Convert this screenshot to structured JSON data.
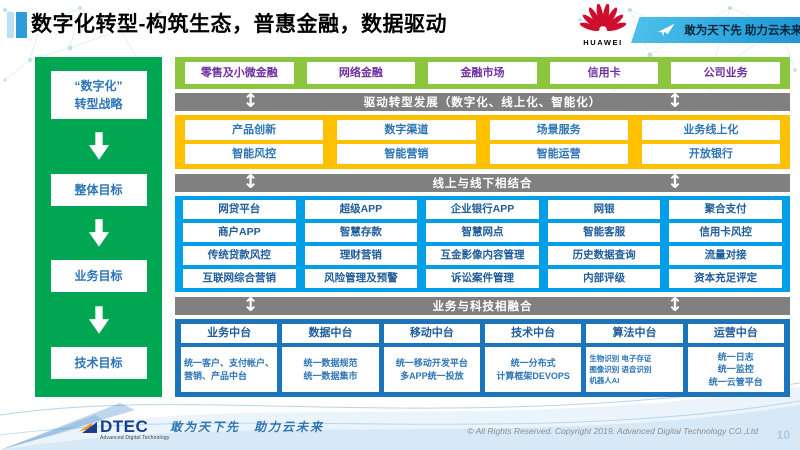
{
  "colors": {
    "sidebar_green": "#00A651",
    "band_light_green": "#8CC63F",
    "band_orange": "#FFC000",
    "band_azure": "#019FE8",
    "band_dark_blue": "#1C75BC",
    "connector_gray": "#808080",
    "text_purple": "#7030A0",
    "text_blue": "#1F5C99",
    "huawei_red": "#CE0E2D",
    "banner_blue": "#29A3DC"
  },
  "icons": {
    "updown_arrow": "↕"
  },
  "header": {
    "title": "数字化转型-构筑生态，普惠金融，数据驱动",
    "huawei_wordmark": "HUAWEI",
    "banner_slogan": "敢为天下先 助力云未来"
  },
  "sidebar": {
    "items": [
      {
        "label": "“数字化”\n转型战略"
      },
      {
        "label": "整体目标"
      },
      {
        "label": "业务目标"
      },
      {
        "label": "技术目标"
      }
    ]
  },
  "main": {
    "band_green": {
      "items": [
        "零售及小微金融",
        "网络金融",
        "金融市场",
        "信用卡",
        "公司业务"
      ]
    },
    "connector1": "驱动转型发展（数字化、线上化、智能化）",
    "band_orange": {
      "rows": [
        [
          "产品创新",
          "数字渠道",
          "场景服务",
          "业务线上化"
        ],
        [
          "智能风控",
          "智能营销",
          "智能运营",
          "开放银行"
        ]
      ]
    },
    "connector2": "线上与线下相结合",
    "band_blue": {
      "rows": [
        [
          "网贷平台",
          "超级APP",
          "企业银行APP",
          "网银",
          "聚合支付"
        ],
        [
          "商户APP",
          "智慧存款",
          "智慧网点",
          "智能客服",
          "信用卡风控"
        ],
        [
          "传统贷款风控",
          "理财营销",
          "互金影像内容管理",
          "历史数据查询",
          "流量对接"
        ],
        [
          "互联网综合营销",
          "风险管理及预警",
          "诉讼案件管理",
          "内部评级",
          "资本充足评定"
        ]
      ]
    },
    "connector3": "业务与科技相融合",
    "band_platform": {
      "columns": [
        {
          "header": "业务中台",
          "body": "统一客户、支付帐户、营销、产品中台"
        },
        {
          "header": "数据中台",
          "body": "统一数据规范\n统一数据集市"
        },
        {
          "header": "移动中台",
          "body": "统一移动开发平台\n多APP统一投放"
        },
        {
          "header": "技术中台",
          "body": "统一分布式\n计算框架DEVOPS"
        },
        {
          "header": "算法中台",
          "body": "生物识别 电子存证\n图像识别 语音识别\n机器人AI"
        },
        {
          "header": "运营中台",
          "body": "统一日志\n统一监控\n统一云管平台"
        }
      ]
    }
  },
  "footer": {
    "logo_text": "DTEC",
    "logo_subtext": "Advanced Digital Technology",
    "slogan": "敢为天下先　助力云未来",
    "copyright": "© All Rights Reserved. Copyright 2019. Advanced Digital Technology CO.,Ltd",
    "page_number": "10"
  }
}
